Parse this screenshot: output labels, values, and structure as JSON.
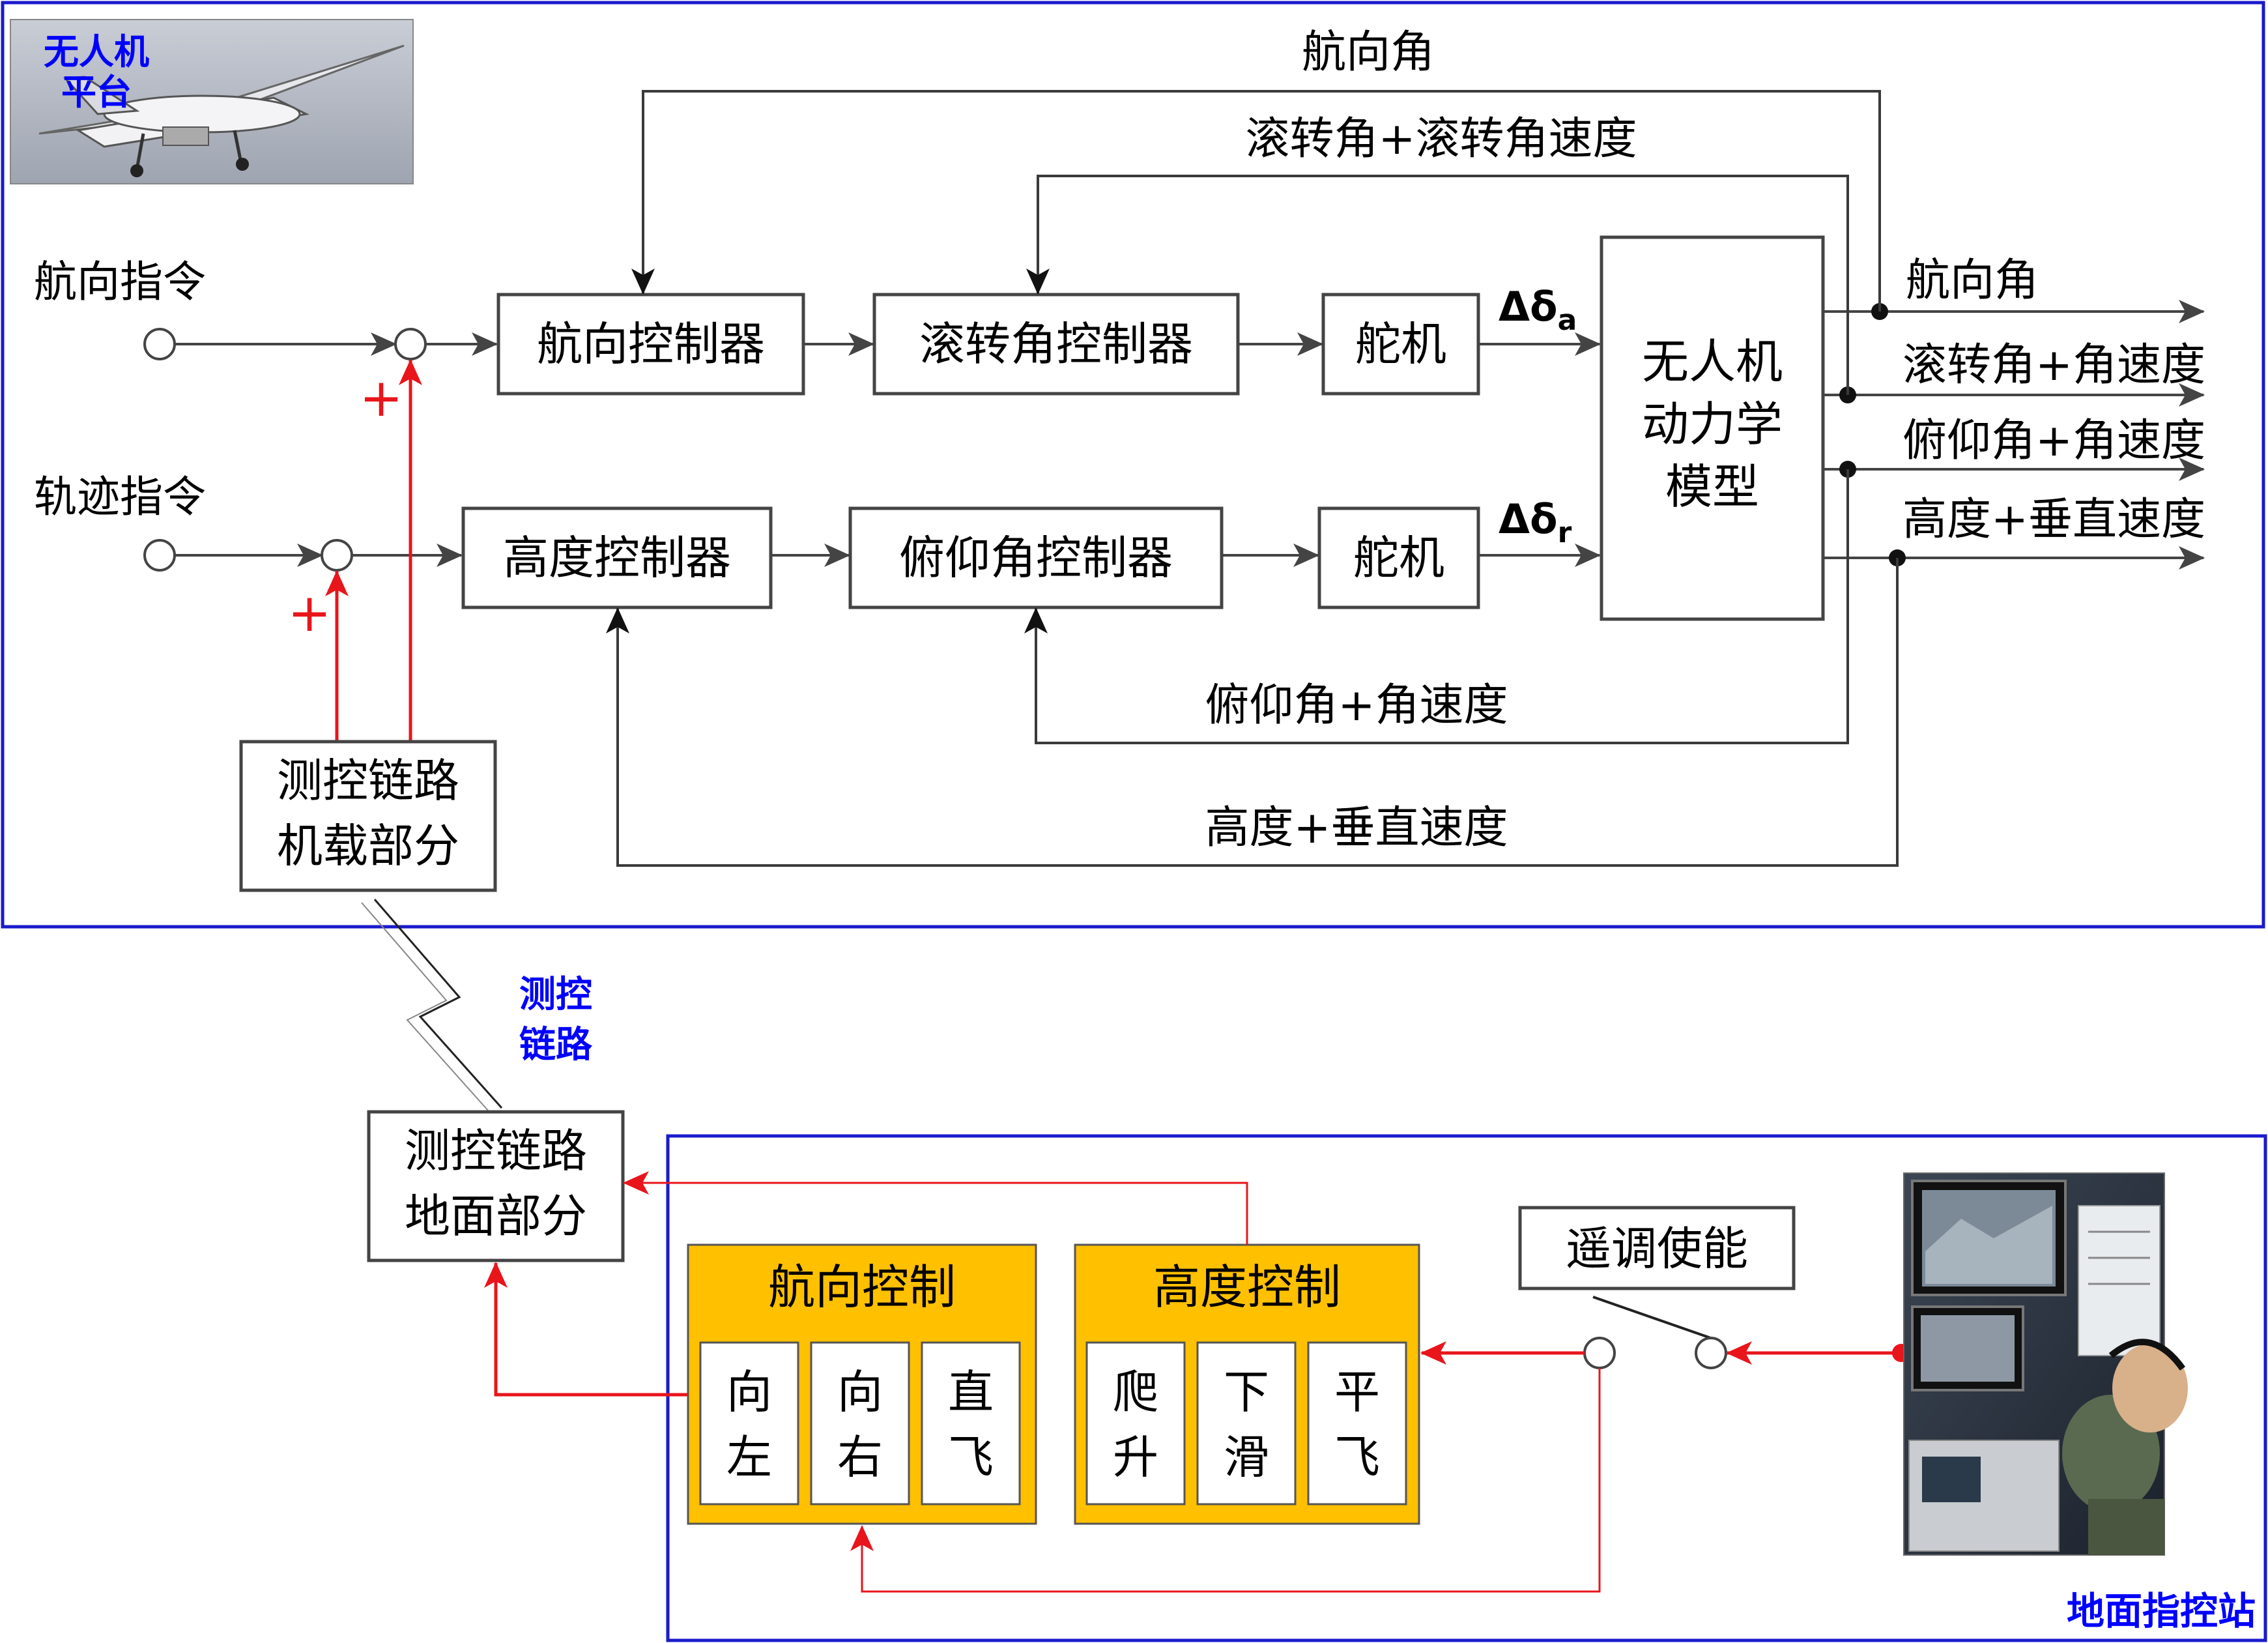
{
  "air_segment": {
    "title": "无人机平台",
    "title_line1": "无人机",
    "title_line2": "平台",
    "inputs": {
      "heading_cmd": "航向指令",
      "track_cmd": "轨迹指令"
    },
    "plus_sign": "+",
    "blocks": {
      "heading_controller": "航向控制器",
      "roll_controller": "滚转角控制器",
      "servo": "舵机",
      "altitude_controller": "高度控制器",
      "pitch_controller": "俯仰角控制器",
      "dynamics_line1": "无人机",
      "dynamics_line2": "动力学",
      "dynamics_line3": "模型",
      "link_air_line1": "测控链路",
      "link_air_line2": "机载部分"
    },
    "deflection": {
      "symbol": "Δδ",
      "aileron_sub": "a",
      "rudder_sub": "r"
    },
    "outputs": {
      "heading": "航向角",
      "roll": "滚转角+角速度",
      "pitch": "俯仰角+角速度",
      "altitude": "高度+垂直速度"
    },
    "feedback": {
      "heading": "航向角",
      "roll": "滚转角+滚转角速度",
      "pitch": "俯仰角+角速度",
      "altitude": "高度+垂直速度"
    }
  },
  "link": {
    "label_line1": "测控",
    "label_line2": "链路"
  },
  "ground_segment": {
    "title": "地面指控站",
    "link_ground_line1": "测控链路",
    "link_ground_line2": "地面部分",
    "switch_label": "遥调使能",
    "heading_panel": {
      "title": "航向控制",
      "buttons": [
        {
          "line1": "向",
          "line2": "左"
        },
        {
          "line1": "向",
          "line2": "右"
        },
        {
          "line1": "直",
          "line2": "飞"
        }
      ]
    },
    "altitude_panel": {
      "title": "高度控制",
      "buttons": [
        {
          "line1": "爬",
          "line2": "升"
        },
        {
          "line1": "下",
          "line2": "滑"
        },
        {
          "line1": "平",
          "line2": "飞"
        }
      ]
    }
  },
  "colors": {
    "frame_blue": "#1a1acc",
    "signal_red": "#e8151b",
    "panel_yellow": "#ffc000",
    "line_dark": "#3a3a3a",
    "title_blue": "#0000ff"
  }
}
